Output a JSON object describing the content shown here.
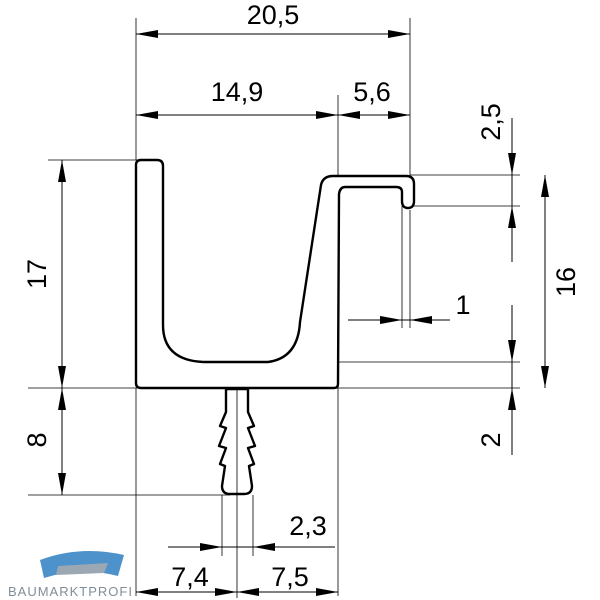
{
  "drawing": {
    "overall_width": "20,5",
    "channel_width": "14,9",
    "lip_width": "5,6",
    "lip_height": "2,5",
    "left_height": "17",
    "right_height": "16",
    "lip_gap": "1",
    "base_thickness": "2",
    "barb_length": "8",
    "barb_width": "2,3",
    "barb_left_offset": "7,4",
    "barb_right_offset": "7,5"
  },
  "logo": {
    "text": "BAUMARKTPROFI",
    "colors": {
      "primary": "#2e7fc1",
      "secondary": "#8a9aa6"
    }
  }
}
